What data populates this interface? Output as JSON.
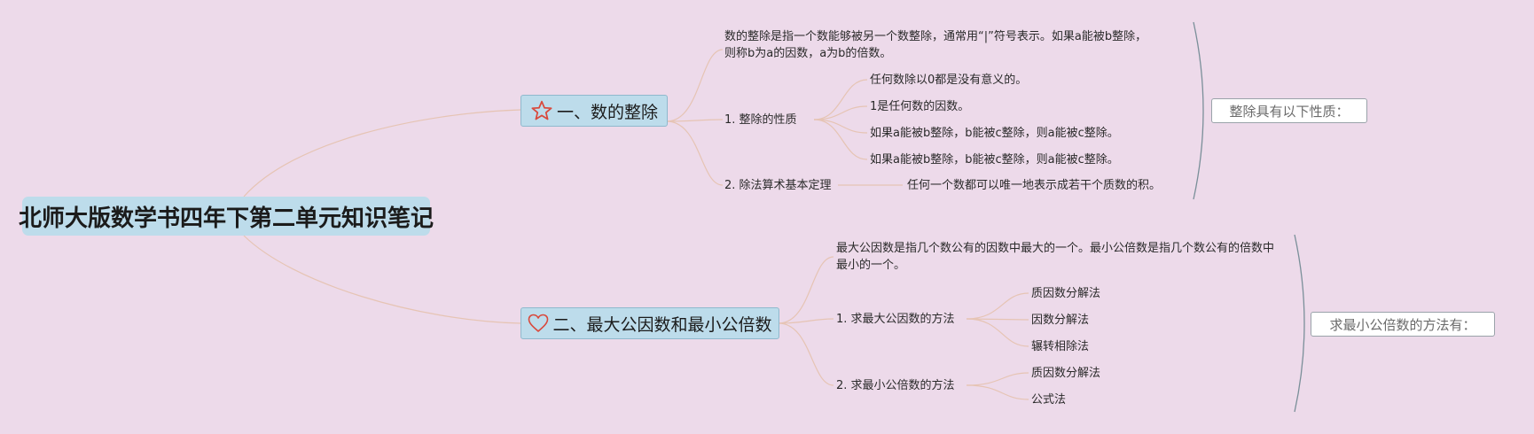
{
  "root": {
    "title": "北师大版数学书四年下第二单元知识笔记"
  },
  "branch1": {
    "title": "一、数的整除",
    "icon": "star-icon",
    "definition": "数的整除是指一个数能够被另一个数整除，通常用“|”符号表示。如果a能被b整除，则称b为a的因数，a为b的倍数。",
    "property_label": "1. 整除的性质",
    "properties": [
      "任何数除以0都是没有意义的。",
      "1是任何数的因数。",
      "如果a能被b整除，b能被c整除，则a能被c整除。",
      "如果a能被b整除，b能被c整除，则a能被c整除。"
    ],
    "theorem_label": "2. 除法算术基本定理",
    "theorem": "任何一个数都可以唯一地表示成若干个质数的积。",
    "summary": "整除具有以下性质："
  },
  "branch2": {
    "title": "二、最大公因数和最小公倍数",
    "icon": "heart-icon",
    "definition": "最大公因数是指几个数公有的因数中最大的一个。最小公倍数是指几个数公有的倍数中最小的一个。",
    "gcd_label": "1. 求最大公因数的方法",
    "gcd_methods": [
      "质因数分解法",
      "因数分解法",
      "辗转相除法"
    ],
    "lcm_label": "2. 求最小公倍数的方法",
    "lcm_methods": [
      "质因数分解法",
      "公式法"
    ],
    "summary": "求最小公倍数的方法有："
  },
  "colors": {
    "background": "#eddaea",
    "node_fill": "#bddceb",
    "connector": "#e6c4b4",
    "bracket": "#7a8f99",
    "icon_red": "#d9483b"
  }
}
